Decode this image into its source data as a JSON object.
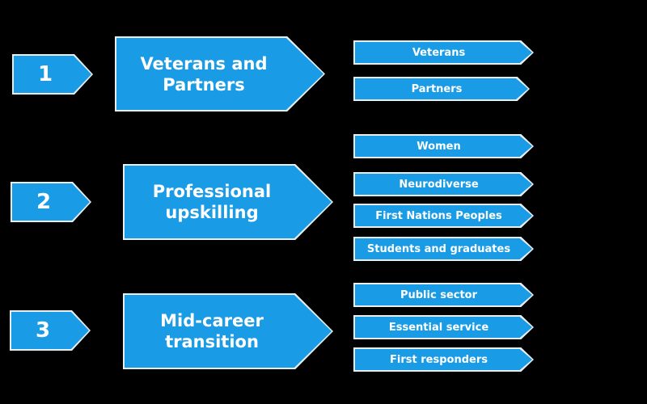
{
  "groups": [
    {
      "number": "1",
      "title_line1": "Veterans and",
      "title_line2": "Partners",
      "items": [
        "Veterans",
        "Partners"
      ]
    },
    {
      "number": "2",
      "title_line1": "Professional",
      "title_line2": "upskilling",
      "items": [
        "Women",
        "Neurodiverse",
        "First Nations Peoples",
        "Students and graduates"
      ]
    },
    {
      "number": "3",
      "title_line1": "Mid-career",
      "title_line2": "transition",
      "items": [
        "Public sector",
        "Essential service",
        "First responders"
      ]
    }
  ],
  "colors": {
    "fill": "#1a9be6",
    "border": "#e8eef2",
    "background": "#000000"
  }
}
